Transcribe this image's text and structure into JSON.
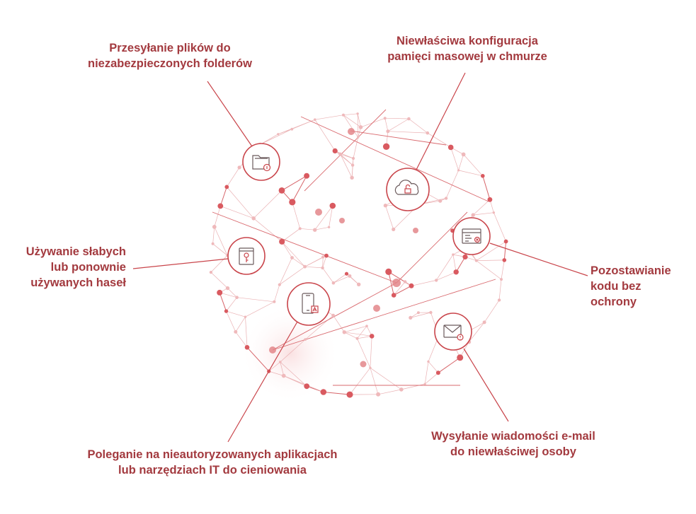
{
  "labels": {
    "uploads": "Przesyłanie plików do\nniezabezpieczonych folderów",
    "cloud": "Niewłaściwa konfiguracja\npamięci masowej w chmurze",
    "passwords": "Używanie słabych\nlub ponownie\nużywanych haseł",
    "code": "Pozostawianie\nkodu bez\nochrony",
    "shadow_it": "Poleganie na nieautoryzowanych aplikacjach\nlub narzędziach IT do cieniowania",
    "email": "Wysyłanie wiadomości e-mail\ndo niewłaściwej osoby"
  },
  "icons": {
    "uploads": "folder-lock-icon",
    "cloud": "cloud-lock-icon",
    "passwords": "key-book-icon",
    "code": "code-window-icon",
    "shadow_it": "mobile-app-icon",
    "email": "envelope-alert-icon"
  },
  "colors": {
    "accent": "#a33a3f",
    "line": "#c9444a",
    "mesh": "#e7a3a6",
    "icon": "#6b5a5c"
  }
}
